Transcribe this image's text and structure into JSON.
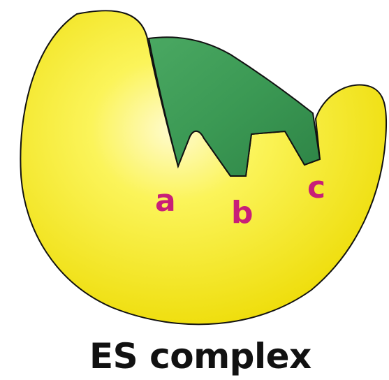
{
  "diagram": {
    "caption": "ES complex",
    "site_labels": {
      "a": "a",
      "b": "b",
      "c": "c"
    },
    "parts": {
      "enzyme": {
        "shape": "crescent",
        "color": "#f8ef1a"
      },
      "substrate": {
        "shape": "wedge with three lobes",
        "color": "#3d9a55"
      }
    },
    "label_color": "#c81f78",
    "caption_color": "#111111"
  }
}
